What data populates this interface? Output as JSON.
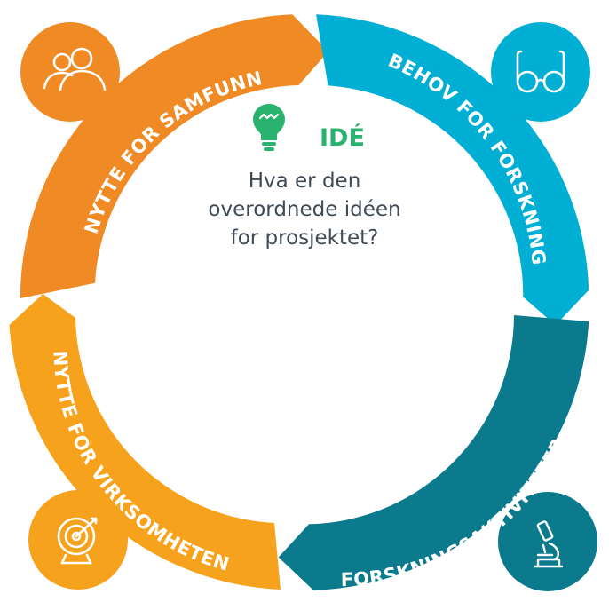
{
  "colors": {
    "samfunn": "#f08a24",
    "forskning_behov": "#00afd3",
    "aktiviteter": "#0a7a8c",
    "virksomheten": "#f6a21c",
    "idea": "#2ab36f",
    "text": "#3f4a55"
  },
  "center": {
    "icon": "lightbulb-icon",
    "title": "IDÉ",
    "question_lines": [
      "Hva er den",
      "overordnede idéen",
      "for prosjektet?"
    ]
  },
  "segments": [
    {
      "id": "samfunn",
      "label": "NYTTE FOR SAMFUNN",
      "icon": "people-icon"
    },
    {
      "id": "behov",
      "label": "BEHOV FOR FORSKNING",
      "icon": "glasses-icon"
    },
    {
      "id": "aktiviteter",
      "label": "FORSKNINGSAKTIVITETER",
      "icon": "microscope-icon"
    },
    {
      "id": "virksomheten",
      "label": "NYTTE FOR VIRKSOMHETEN",
      "icon": "target-icon"
    }
  ]
}
